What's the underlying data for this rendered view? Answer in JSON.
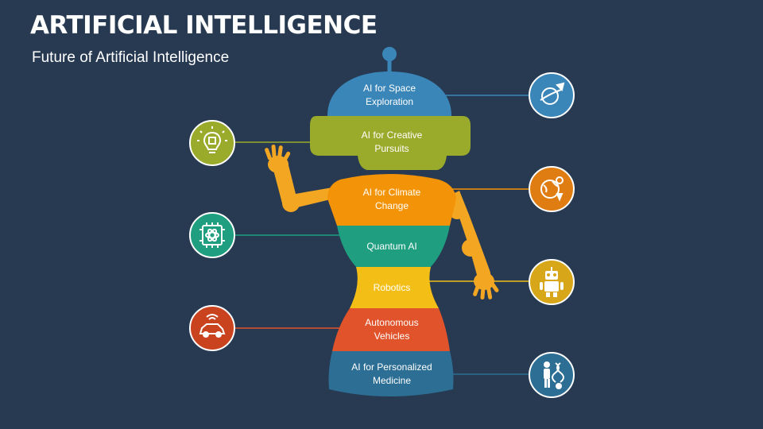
{
  "header": {
    "title": "ARTIFICIAL INTELLIGENCE",
    "subtitle": "Future of Artificial Intelligence"
  },
  "segments": [
    {
      "label": "AI for Space Exploration",
      "line1": "AI for Space",
      "line2": "Exploration",
      "color": "#3a86b9",
      "icon": "planet-rocket-icon",
      "side": "right"
    },
    {
      "label": "AI for Creative Pursuits",
      "line1": "AI for Creative",
      "line2": "Pursuits",
      "color": "#9aaa2a",
      "icon": "lightbulb-chip-icon",
      "side": "left"
    },
    {
      "label": "AI for Climate Change",
      "line1": "AI for Climate",
      "line2": "Change",
      "color": "#f39307",
      "icon": "earth-weather-icon",
      "side": "right"
    },
    {
      "label": "Quantum AI",
      "line1": "Quantum AI",
      "line2": "",
      "color": "#1f9e80",
      "icon": "atom-chip-icon",
      "side": "left"
    },
    {
      "label": "Robotics",
      "line1": "Robotics",
      "line2": "",
      "color": "#f3bf17",
      "icon": "robot-icon",
      "side": "right"
    },
    {
      "label": "Autonomous Vehicles",
      "line1": "Autonomous",
      "line2": "Vehicles",
      "color": "#e0532b",
      "icon": "connected-car-icon",
      "side": "left"
    },
    {
      "label": "AI for Personalized Medicine",
      "line1": "AI for Personalized",
      "line2": "Medicine",
      "color": "#2d6f94",
      "icon": "person-dna-icon",
      "side": "right"
    }
  ],
  "colors": {
    "background": "#273a52",
    "antenna": "#3a86b9",
    "arms": "#f3a622"
  }
}
